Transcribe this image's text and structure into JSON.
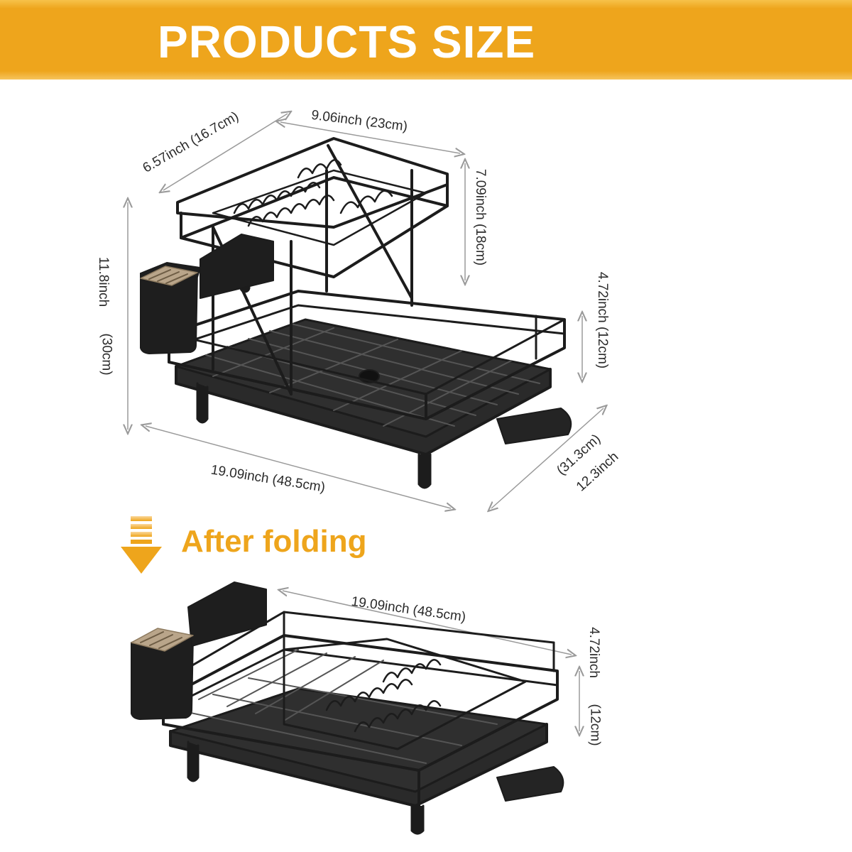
{
  "banner": {
    "title": "PRODUCTS SIZE"
  },
  "unfolded": {
    "width_top": "9.06inch (23cm)",
    "depth_top": "6.57inch (16.7cm)",
    "height_upper_tier": "7.09inch (18cm)",
    "height_total_inch": "11.8inch",
    "height_total_cm": "(30cm)",
    "height_lower_tier": "4.72inch (12cm)",
    "length_base": "19.09inch (48.5cm)",
    "depth_base_cm": "(31.3cm)",
    "depth_base_inch": "12.3inch"
  },
  "folded": {
    "label": "After folding",
    "length": "19.09inch (48.5cm)",
    "height_inch": "4.72inch",
    "height_cm": "(12cm)"
  },
  "colors": {
    "banner": "#eea51c",
    "accent_text": "#eea51c",
    "rack": "#1c1c1c",
    "dimension_line": "#9a9a9a",
    "knife_block": "#b9a58a"
  }
}
